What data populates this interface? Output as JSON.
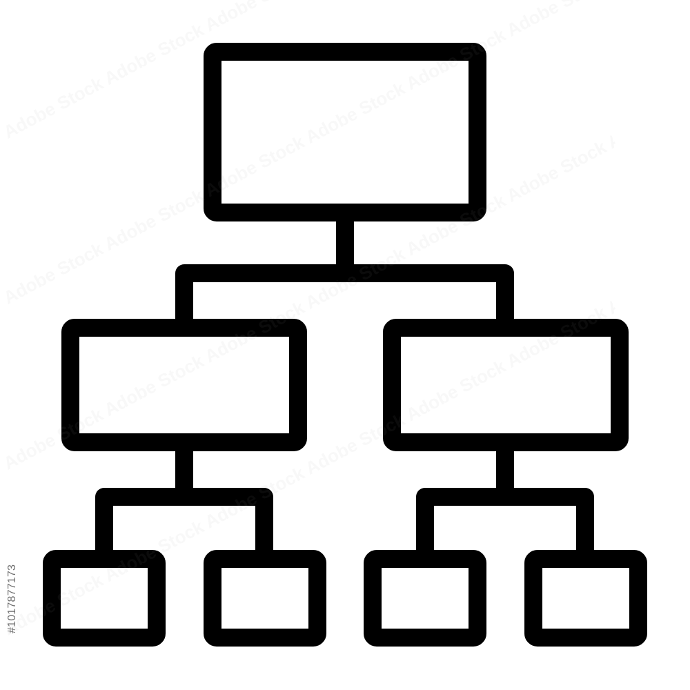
{
  "image_id_text": "#1017877173",
  "watermark_text": "Adobe Stock",
  "colors": {
    "stroke": "#000000",
    "fill": "#ffffff",
    "background": "#ffffff",
    "id_text": "#6e6e6e"
  },
  "diagram": {
    "icon": "hierarchy-org-chart-icon",
    "levels": [
      {
        "level": 1,
        "node_count": 1
      },
      {
        "level": 2,
        "node_count": 2
      },
      {
        "level": 3,
        "node_count": 4
      }
    ]
  }
}
